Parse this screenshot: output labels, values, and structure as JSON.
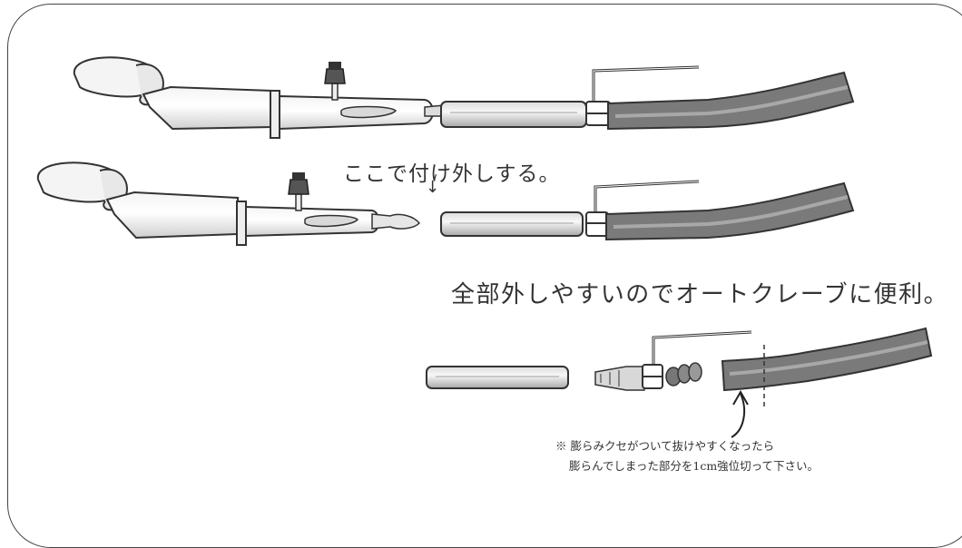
{
  "labels": {
    "detach_here": "ここで付け外しする。",
    "detach_arrow": "↓",
    "autoclave_note": "全部外しやすいのでオートクレーブに便利。",
    "note_line1": "※ 膨らみクセがついて抜けやすくなったら",
    "note_line2": "膨らんでしまった部分を1cm強位切って下さい。"
  },
  "colors": {
    "outline": "#333333",
    "tube_dark": "#6e6e6e",
    "tube_light": "#a8a8a8",
    "glass": "#e4e4e4",
    "tip": "#d0d0d0",
    "background": "#ffffff"
  }
}
